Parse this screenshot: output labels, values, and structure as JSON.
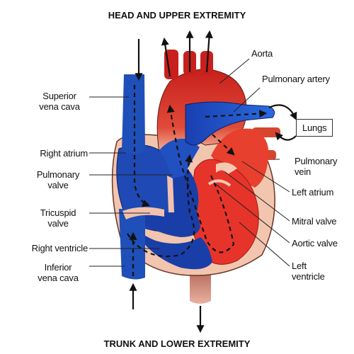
{
  "header": {
    "top": "HEAD AND UPPER EXTREMITY",
    "bottom": "TRUNK AND LOWER EXTREMITY"
  },
  "labels": {
    "aorta": "Aorta",
    "pulmonary_artery": "Pulmonary artery",
    "lungs": "Lungs",
    "pulmonary_vein": [
      "Pulmonary",
      "vein"
    ],
    "left_atrium": "Left atrium",
    "mitral_valve": "Mitral valve",
    "aortic_valve": "Aortic valve",
    "left_ventricle": [
      "Left",
      "ventricle"
    ],
    "superior_vena_cava": [
      "Superior",
      "vena cava"
    ],
    "right_atrium": "Right atrium",
    "pulmonary_valve": [
      "Pulmonary",
      "valve"
    ],
    "tricuspid_valve": [
      "Tricuspid",
      "valve"
    ],
    "right_ventricle": "Right ventricle",
    "inferior_vena_cava": [
      "Inferior",
      "vena cava"
    ]
  },
  "colors": {
    "deoxygenated_blue": "#1f4fb8",
    "dark_blue": "#0d2f8a",
    "oxygenated_red": "#e0322b",
    "dark_red": "#b5201c",
    "muscle_pink": "#f3c9b4",
    "outline": "#5a2a1e"
  }
}
